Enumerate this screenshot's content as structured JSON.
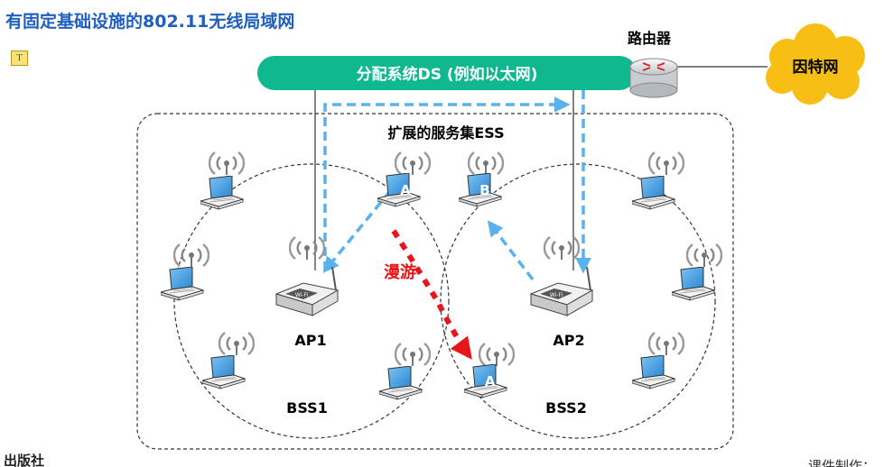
{
  "title": "有固定基础设施的802.11无线局域网",
  "ds_label": "分配系统DS (例如以太网)",
  "router_label": "路由器",
  "internet_label": "因特网",
  "ess_label": "扩展的服务集ESS",
  "roam_label": "漫游",
  "ap1_label": "AP1",
  "ap2_label": "AP2",
  "bss1_label": "BSS1",
  "bss2_label": "BSS2",
  "station_a": "A",
  "station_b": "B",
  "station_a_prime": "A'",
  "wifi_text": "Wi-Fi",
  "tool_icon": "T",
  "publisher": "出版社",
  "credit": "课件制作：",
  "colors": {
    "ds_bar": "#0fb88e",
    "title": "#1f5fbf",
    "dashed_arrow": "#59b2ee",
    "roam_arrow": "#e8161a",
    "cloud": "#f7bf14",
    "laptop_screen": "#4aa3e6"
  }
}
